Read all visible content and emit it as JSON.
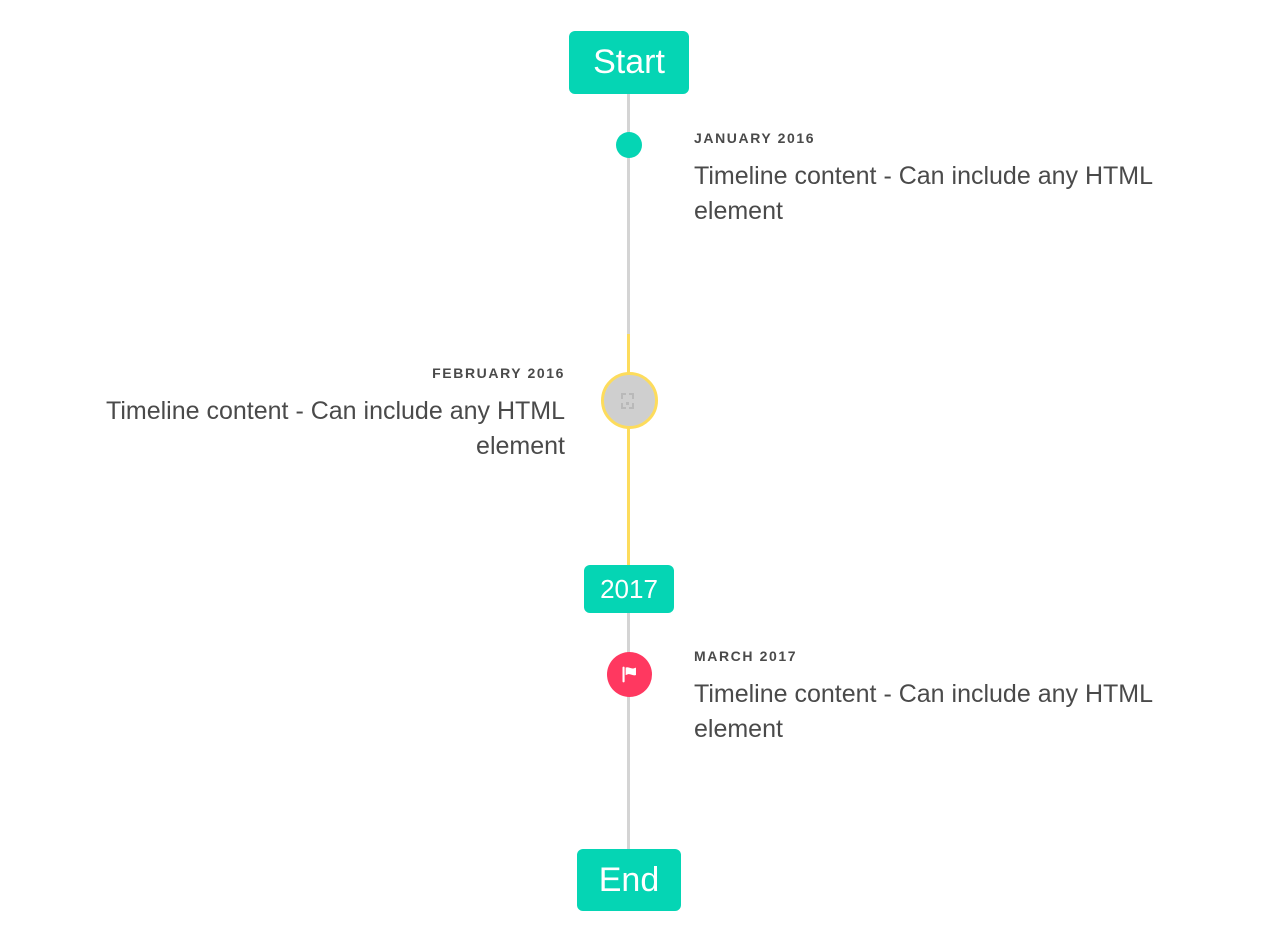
{
  "timeline": {
    "header_badge": {
      "label": "Start"
    },
    "mid_badge": {
      "label": "2017"
    },
    "footer_badge": {
      "label": "End"
    },
    "entries": [
      {
        "date": "JANUARY 2016",
        "body": "Timeline content - Can include any HTML element",
        "side": "right",
        "marker": "dot-marker",
        "marker_color": "#05d5b4"
      },
      {
        "date": "FEBRUARY 2016",
        "body": "Timeline content - Can include any HTML element",
        "side": "left",
        "marker": "broken-image-icon",
        "marker_color": "#cfcfcf",
        "marker_ring_color": "#fddc5c"
      },
      {
        "date": "MARCH 2017",
        "body": "Timeline content - Can include any HTML element",
        "side": "right",
        "marker": "flag-icon",
        "marker_color": "#ff3860"
      }
    ],
    "colors": {
      "accent_teal": "#05d5b4",
      "accent_yellow": "#fddc5c",
      "accent_pink": "#ff3860",
      "line_grey": "#d4d4d4",
      "text": "#4a4a4a"
    }
  }
}
